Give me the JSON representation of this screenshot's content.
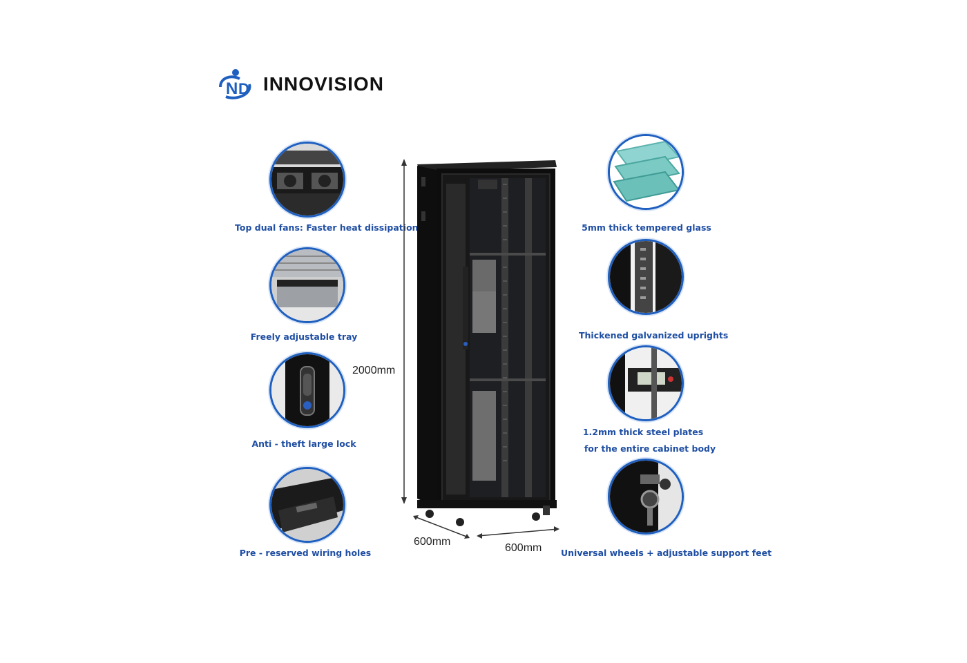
{
  "brand": {
    "name": "INNOVISION",
    "color": "#1f5fbf"
  },
  "features_left": [
    {
      "label": "Top dual fans: Faster heat dissipation",
      "icon": "fan-icon"
    },
    {
      "label": "Freely adjustable tray",
      "icon": "tray-icon"
    },
    {
      "label": "Anti - theft large lock",
      "icon": "lock-icon"
    },
    {
      "label": "Pre - reserved wiring holes",
      "icon": "wiring-hole-icon"
    }
  ],
  "features_right": [
    {
      "label": "5mm thick tempered glass",
      "icon": "glass-icon"
    },
    {
      "label": "Thickened galvanized uprights",
      "icon": "upright-icon"
    },
    {
      "label_line1": "1.2mm thick steel plates",
      "label_line2": "for the entire cabinet body",
      "icon": "caliper-icon"
    },
    {
      "label": "Universal wheels + adjustable support feet",
      "icon": "wheel-icon"
    }
  ],
  "dimensions": {
    "height": "2000mm",
    "depth": "600mm",
    "width": "600mm"
  },
  "colors": {
    "label_blue": "#1f4ea3",
    "circle_border": "#1f5fbf",
    "cabinet": "#0d0d0d"
  }
}
